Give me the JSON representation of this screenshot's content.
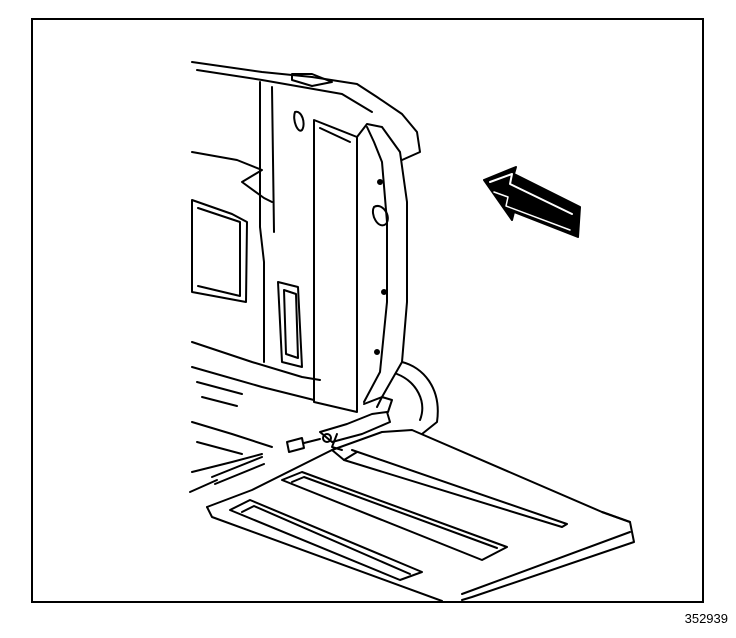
{
  "figure": {
    "number": "352939",
    "subject": "tailgate-hinge-side-view",
    "arrow_direction": "forward"
  },
  "colors": {
    "line": "#000000",
    "paper": "#ffffff",
    "arrow_fill": "#000000"
  }
}
